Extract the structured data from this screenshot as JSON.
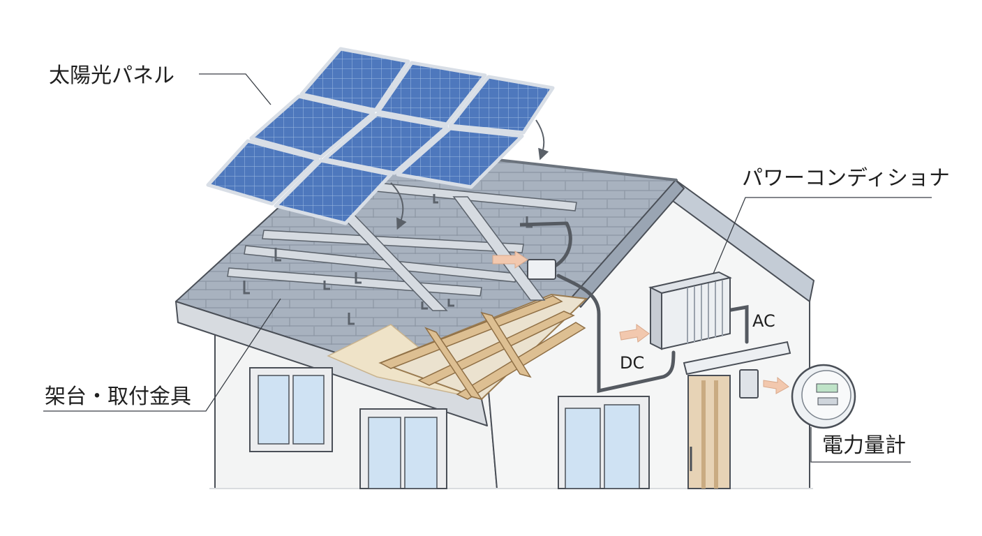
{
  "labels": {
    "solar_panel": "太陽光パネル",
    "mount": "架台・取付金具",
    "power_conditioner": "パワーコンディショナ",
    "meter": "電力量計",
    "dc": "DC",
    "ac": "AC"
  },
  "colors": {
    "panel_cell": "#4a74b9",
    "panel_frame": "#e9eef4",
    "roof_shingle": "#a6b0bd",
    "wall": "#f4f5f5",
    "window_glass": "#cfe2f3",
    "wood": "#dcc09a",
    "arrow": "#f2c8ae",
    "cable": "#555a61"
  }
}
